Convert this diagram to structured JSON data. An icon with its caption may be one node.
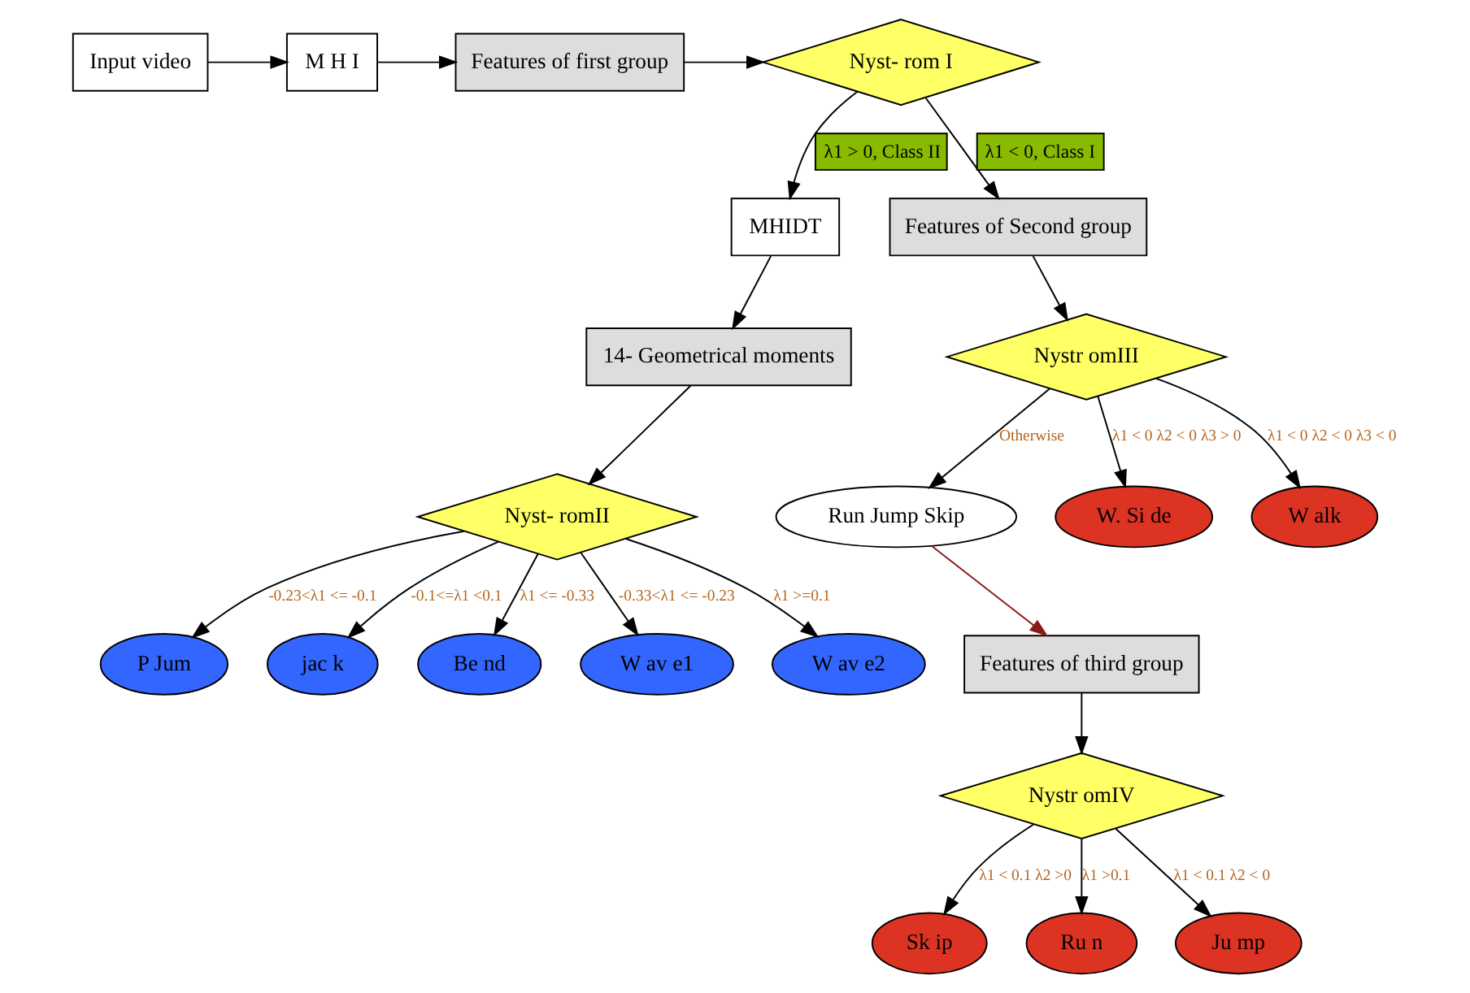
{
  "diagram": {
    "nodes": [
      {
        "text": [
          "Input video"
        ]
      },
      {
        "text": [
          "M H I"
        ]
      },
      {
        "text": [
          "Features of first group"
        ]
      },
      {
        "text": [
          "Nyst- rom I"
        ]
      },
      {
        "text": [
          "MHIDT"
        ]
      },
      {
        "text": [
          "Features of Second group"
        ]
      },
      {
        "text": [
          "14- Geometrical moments"
        ]
      },
      {
        "text": [
          "Features of third group"
        ]
      },
      {
        "text": [
          "Run Jump Skip"
        ]
      },
      {
        "text": [
          "Nystr omIII"
        ]
      },
      {
        "text": [
          "Nyst- romII"
        ]
      },
      {
        "text": [
          "Nystr omIV"
        ]
      },
      {
        "text": [
          "Sk ip"
        ]
      },
      {
        "text": [
          "Ru n"
        ]
      },
      {
        "text": [
          "Ju mp"
        ]
      },
      {
        "text": [
          "W. Si de"
        ]
      },
      {
        "text": [
          "W alk"
        ]
      },
      {
        "text": [
          "P Jum"
        ]
      },
      {
        "text": [
          "jac k"
        ]
      },
      {
        "text": [
          "Be nd"
        ]
      },
      {
        "text": [
          "W av e1"
        ]
      },
      {
        "text": [
          "W av e2"
        ]
      }
    ],
    "edges": [
      {
        "from": 0,
        "to": 1,
        "arrow": "to"
      },
      {
        "from": 1,
        "to": 2,
        "arrow": "to"
      },
      {
        "from": 2,
        "to": 3,
        "arrow": "to"
      },
      {
        "from": 3,
        "to": 4,
        "arrow": "to",
        "label": "λ1 > 0, Class II"
      },
      {
        "from": 3,
        "to": 5,
        "arrow": "to",
        "label": "λ1 < 0, Class I"
      },
      {
        "from": 4,
        "to": 6,
        "arrow": "to"
      },
      {
        "from": 5,
        "to": 9,
        "arrow": "to"
      },
      {
        "from": 6,
        "to": 10,
        "arrow": "to"
      },
      {
        "from": 9,
        "to": 8,
        "arrow": "to",
        "label": "Otherwise"
      },
      {
        "from": 8,
        "to": 7,
        "arrow": "to",
        "color": "#8b1a1a"
      },
      {
        "from": 7,
        "to": 11,
        "arrow": "to"
      },
      {
        "from": 11,
        "to": 12,
        "arrow": "to",
        "label": "λ1 < 0.1 λ2 >0"
      },
      {
        "from": 11,
        "to": 13,
        "arrow": "to",
        "label": "λ1 >0.1"
      },
      {
        "from": 11,
        "to": 14,
        "arrow": "to",
        "label": "λ1 < 0.1 λ2 < 0"
      },
      {
        "from": 9,
        "to": 15,
        "arrow": "to",
        "label": "λ1 < 0 λ2 < 0 λ3 > 0"
      },
      {
        "from": 9,
        "to": 16,
        "arrow": "to",
        "label": "λ1 < 0 λ2 < 0 λ3 < 0"
      },
      {
        "from": 10,
        "to": 17,
        "arrow": "to",
        "label": "-0.23<λ1 <= -0.1"
      },
      {
        "from": 10,
        "to": 18,
        "arrow": "to",
        "label": "-0.1<=λ1 <0.1"
      },
      {
        "from": 10,
        "to": 19,
        "arrow": "to",
        "label": "λ1 <= -0.33"
      },
      {
        "from": 10,
        "to": 20,
        "arrow": "to",
        "label": "-0.33<λ1 <= -0.23"
      },
      {
        "from": 10,
        "to": 21,
        "arrow": "to",
        "label": "λ1 >=0.1"
      }
    ]
  }
}
